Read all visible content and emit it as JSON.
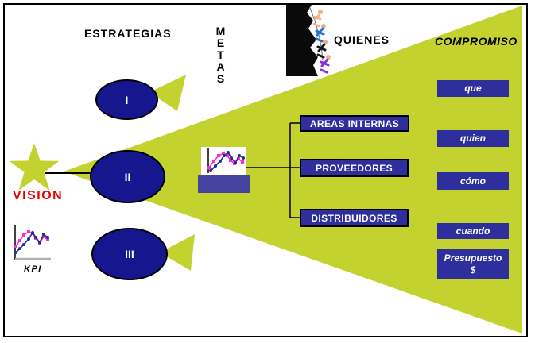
{
  "colors": {
    "cone_green": "#c3d22f",
    "star_green": "#c3d22f",
    "arrow_green": "#c3d22f",
    "ellipse_navy": "#16168f",
    "box_blue": "#2e2e9c",
    "caption_bar_blue": "#45459f",
    "vision_red": "#e80000",
    "chart_magenta": "#ff2ad4",
    "chart_navy": "#1f2f8f",
    "line_black": "#000000"
  },
  "headings": {
    "estrategias": "ESTRATEGIAS",
    "metas": "METAS",
    "quienes": "QUIENES",
    "compromiso": "COMPROMISO"
  },
  "vision": {
    "label": "VISION"
  },
  "kpi": {
    "label": "KPI"
  },
  "strategies": [
    {
      "label": "I"
    },
    {
      "label": "II"
    },
    {
      "label": "III"
    }
  ],
  "who_boxes": [
    {
      "label": "AREAS INTERNAS"
    },
    {
      "label": "PROVEEDORES"
    },
    {
      "label": "DISTRIBUIDORES"
    }
  ],
  "commitment_boxes": [
    {
      "label": "que"
    },
    {
      "label": "quien"
    },
    {
      "label": "cómo"
    },
    {
      "label": "cuando"
    },
    {
      "label": "Presupuesto",
      "label2": "$"
    }
  ],
  "icons": {
    "kpi_chart": "line-chart-icon",
    "metric_chart": "line-chart-icon",
    "climbers": "rock-climbers-image",
    "star": "vision-star-shape",
    "cone": "expanding-cone-shape"
  }
}
